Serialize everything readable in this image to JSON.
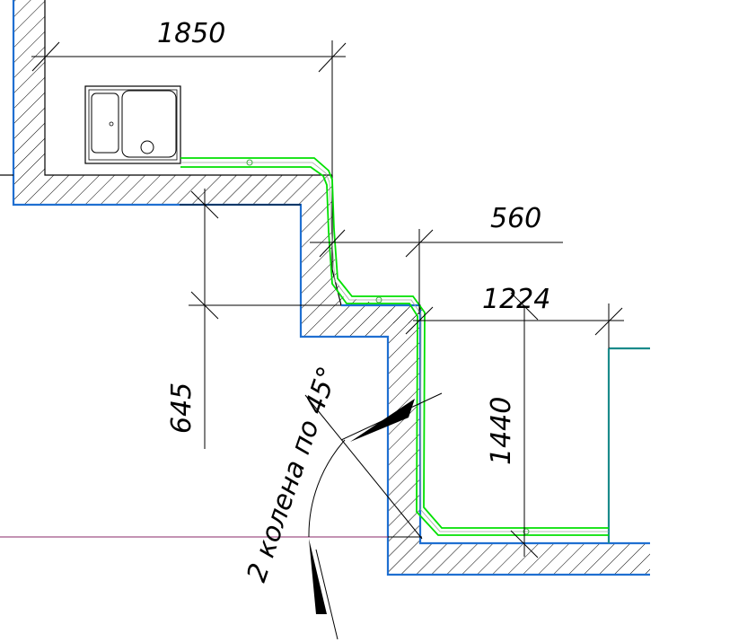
{
  "dimensions": {
    "top_length": "1850",
    "middle_length": "560",
    "right_length": "1224",
    "vertical_left": "645",
    "vertical_right": "1440"
  },
  "annotation": {
    "elbow_note": "2 колена по 45°"
  },
  "colors": {
    "wall_line": "#1f6fd1",
    "wall_line_alt": "#1a8a8a",
    "pipe": "#00e000",
    "dimension_line": "#000000",
    "axis_line": "#8a2a6a"
  }
}
